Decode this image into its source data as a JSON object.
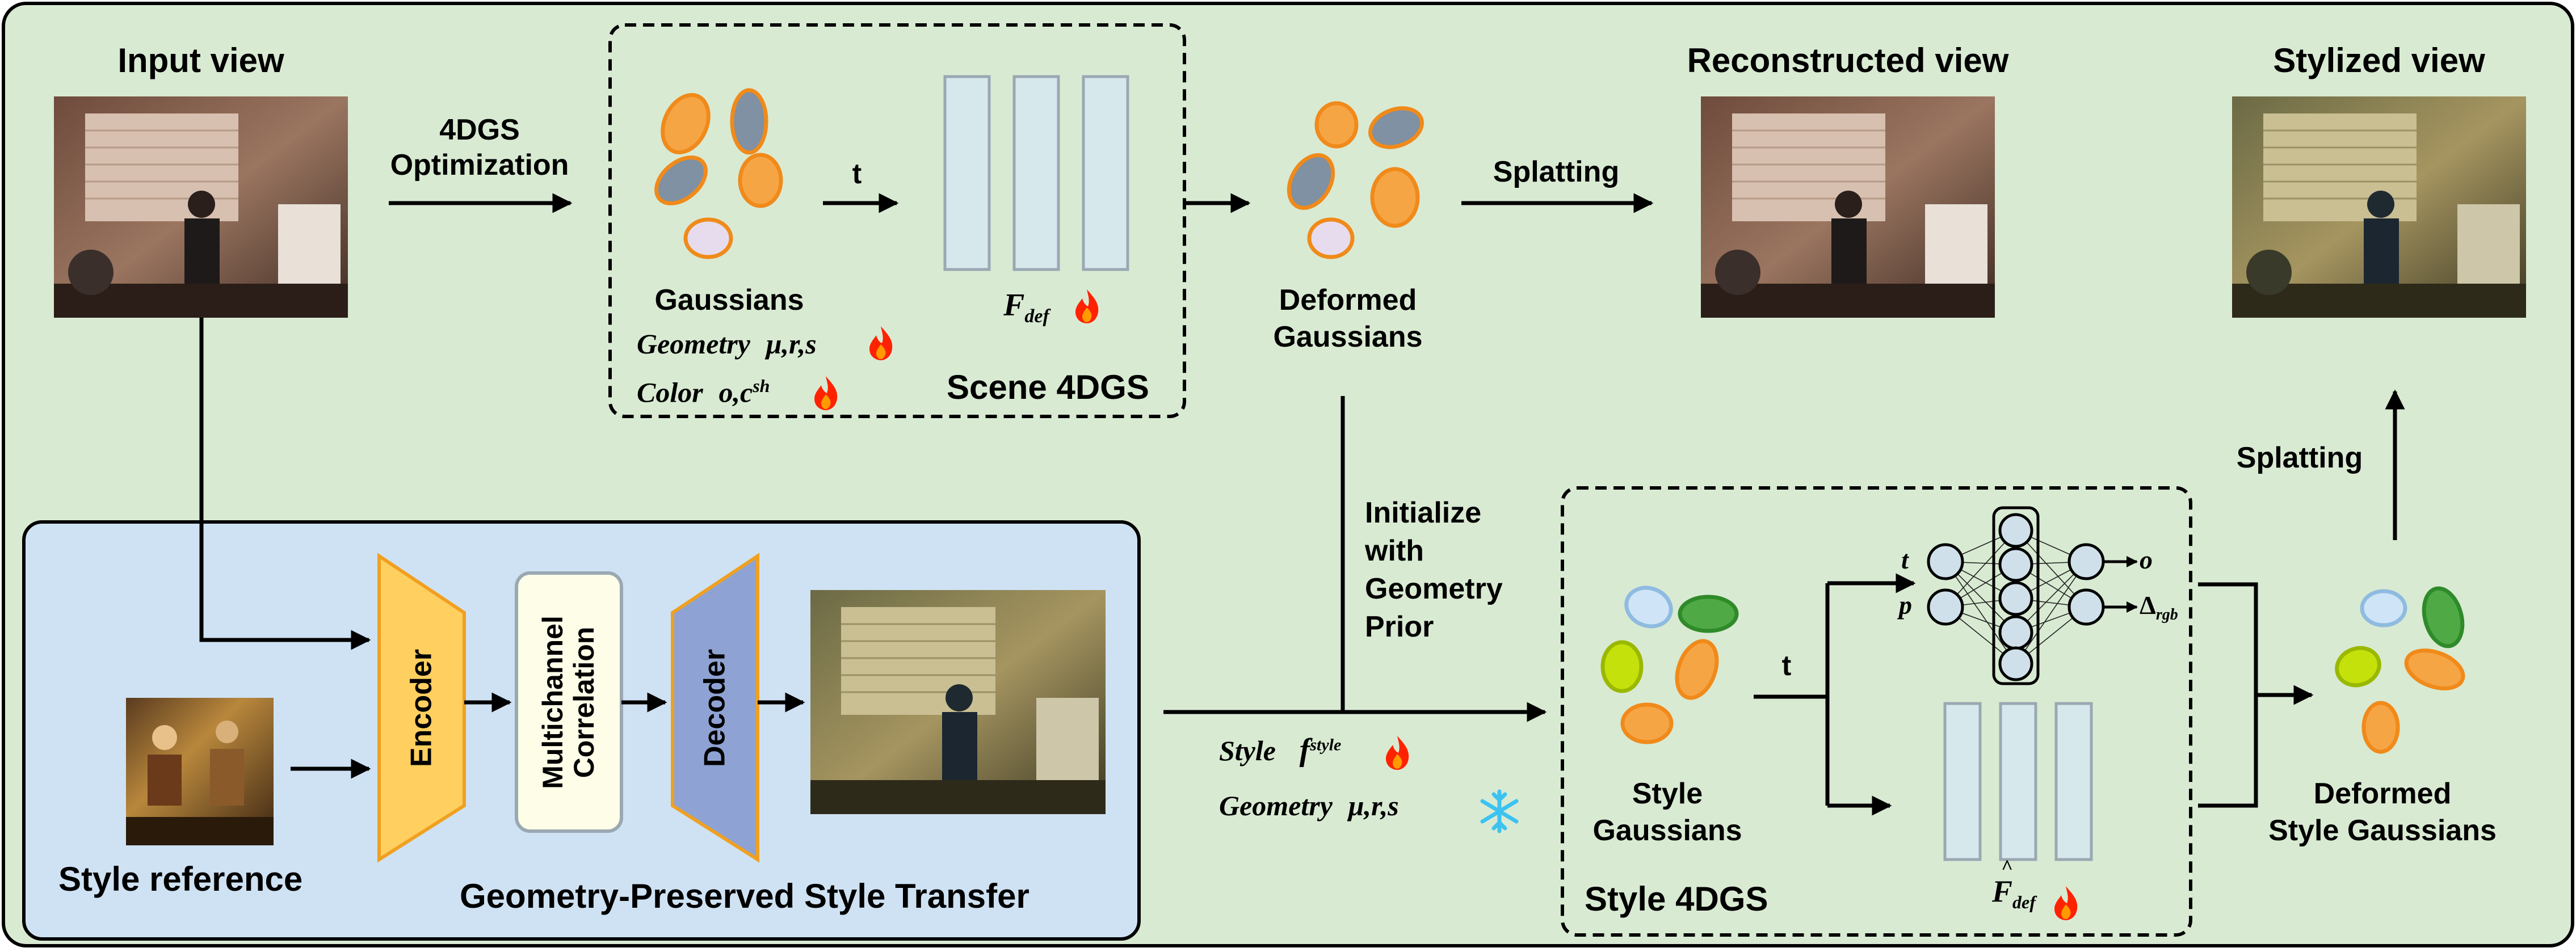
{
  "titles": {
    "input_view": "Input view",
    "reconstructed_view": "Reconstructed view",
    "stylized_view": "Stylized view"
  },
  "scene": {
    "optimization_line1": "4DGS",
    "optimization_line2": "Optimization",
    "t_label": "t",
    "gaussians_label": "Gaussians",
    "geometry_label": "Geometry",
    "geometry_params": "μ,r,s",
    "color_label": "Color",
    "color_params": "o,c",
    "color_params_sup": "sh",
    "fdef_main": "F",
    "fdef_sub": "def",
    "scene_box_title": "Scene 4DGS",
    "deformed_line1": "Deformed",
    "deformed_line2": "Gaussians",
    "splatting_top": "Splatting"
  },
  "init": {
    "line1": "Initialize",
    "line2": "with",
    "line3": "Geometry",
    "line4": "Prior"
  },
  "transfer": {
    "encoder": "Encoder",
    "correlation_line1": "Multichannel",
    "correlation_line2": "Correlation",
    "decoder": "Decoder",
    "style_reference": "Style reference",
    "box_title": "Geometry-Preserved Style Transfer"
  },
  "style": {
    "style_label": "Style",
    "style_param_main": "f",
    "style_param_sup": "style",
    "geometry_label": "Geometry",
    "geometry_params": "μ,r,s",
    "t_label": "t",
    "mlp_in_t": "t",
    "mlp_in_p": "p",
    "mlp_out_o": "o",
    "mlp_out_delta": "Δ",
    "mlp_out_delta_sub": "rgb",
    "gaussians_line1": "Style",
    "gaussians_line2": "Gaussians",
    "fdef_main": "F",
    "fdef_hat": "^",
    "fdef_sub": "def",
    "box_title": "Style 4DGS",
    "deformed_line1": "Deformed",
    "deformed_line2": "Style Gaussians",
    "splatting_right": "Splatting"
  },
  "icons": {
    "trainable": "flame-icon",
    "frozen": "snowflake-icon"
  },
  "colors": {
    "outer_bg": "#d9ead3",
    "transfer_bg": "#cfe2f3",
    "gaussian_orange": "#f6a545",
    "gaussian_blue_gray": "#7f91a3",
    "gaussian_lavender": "#e6dcee",
    "gaussian_green": "#4faa45",
    "gaussian_yellow_green": "#c5e10c",
    "gaussian_light_blue": "#cfe5f7",
    "encoder": "#ffcf5f",
    "decoder": "#8ea3d3",
    "correlation": "#fdfde8",
    "deform_column": "#d6e8ec"
  }
}
